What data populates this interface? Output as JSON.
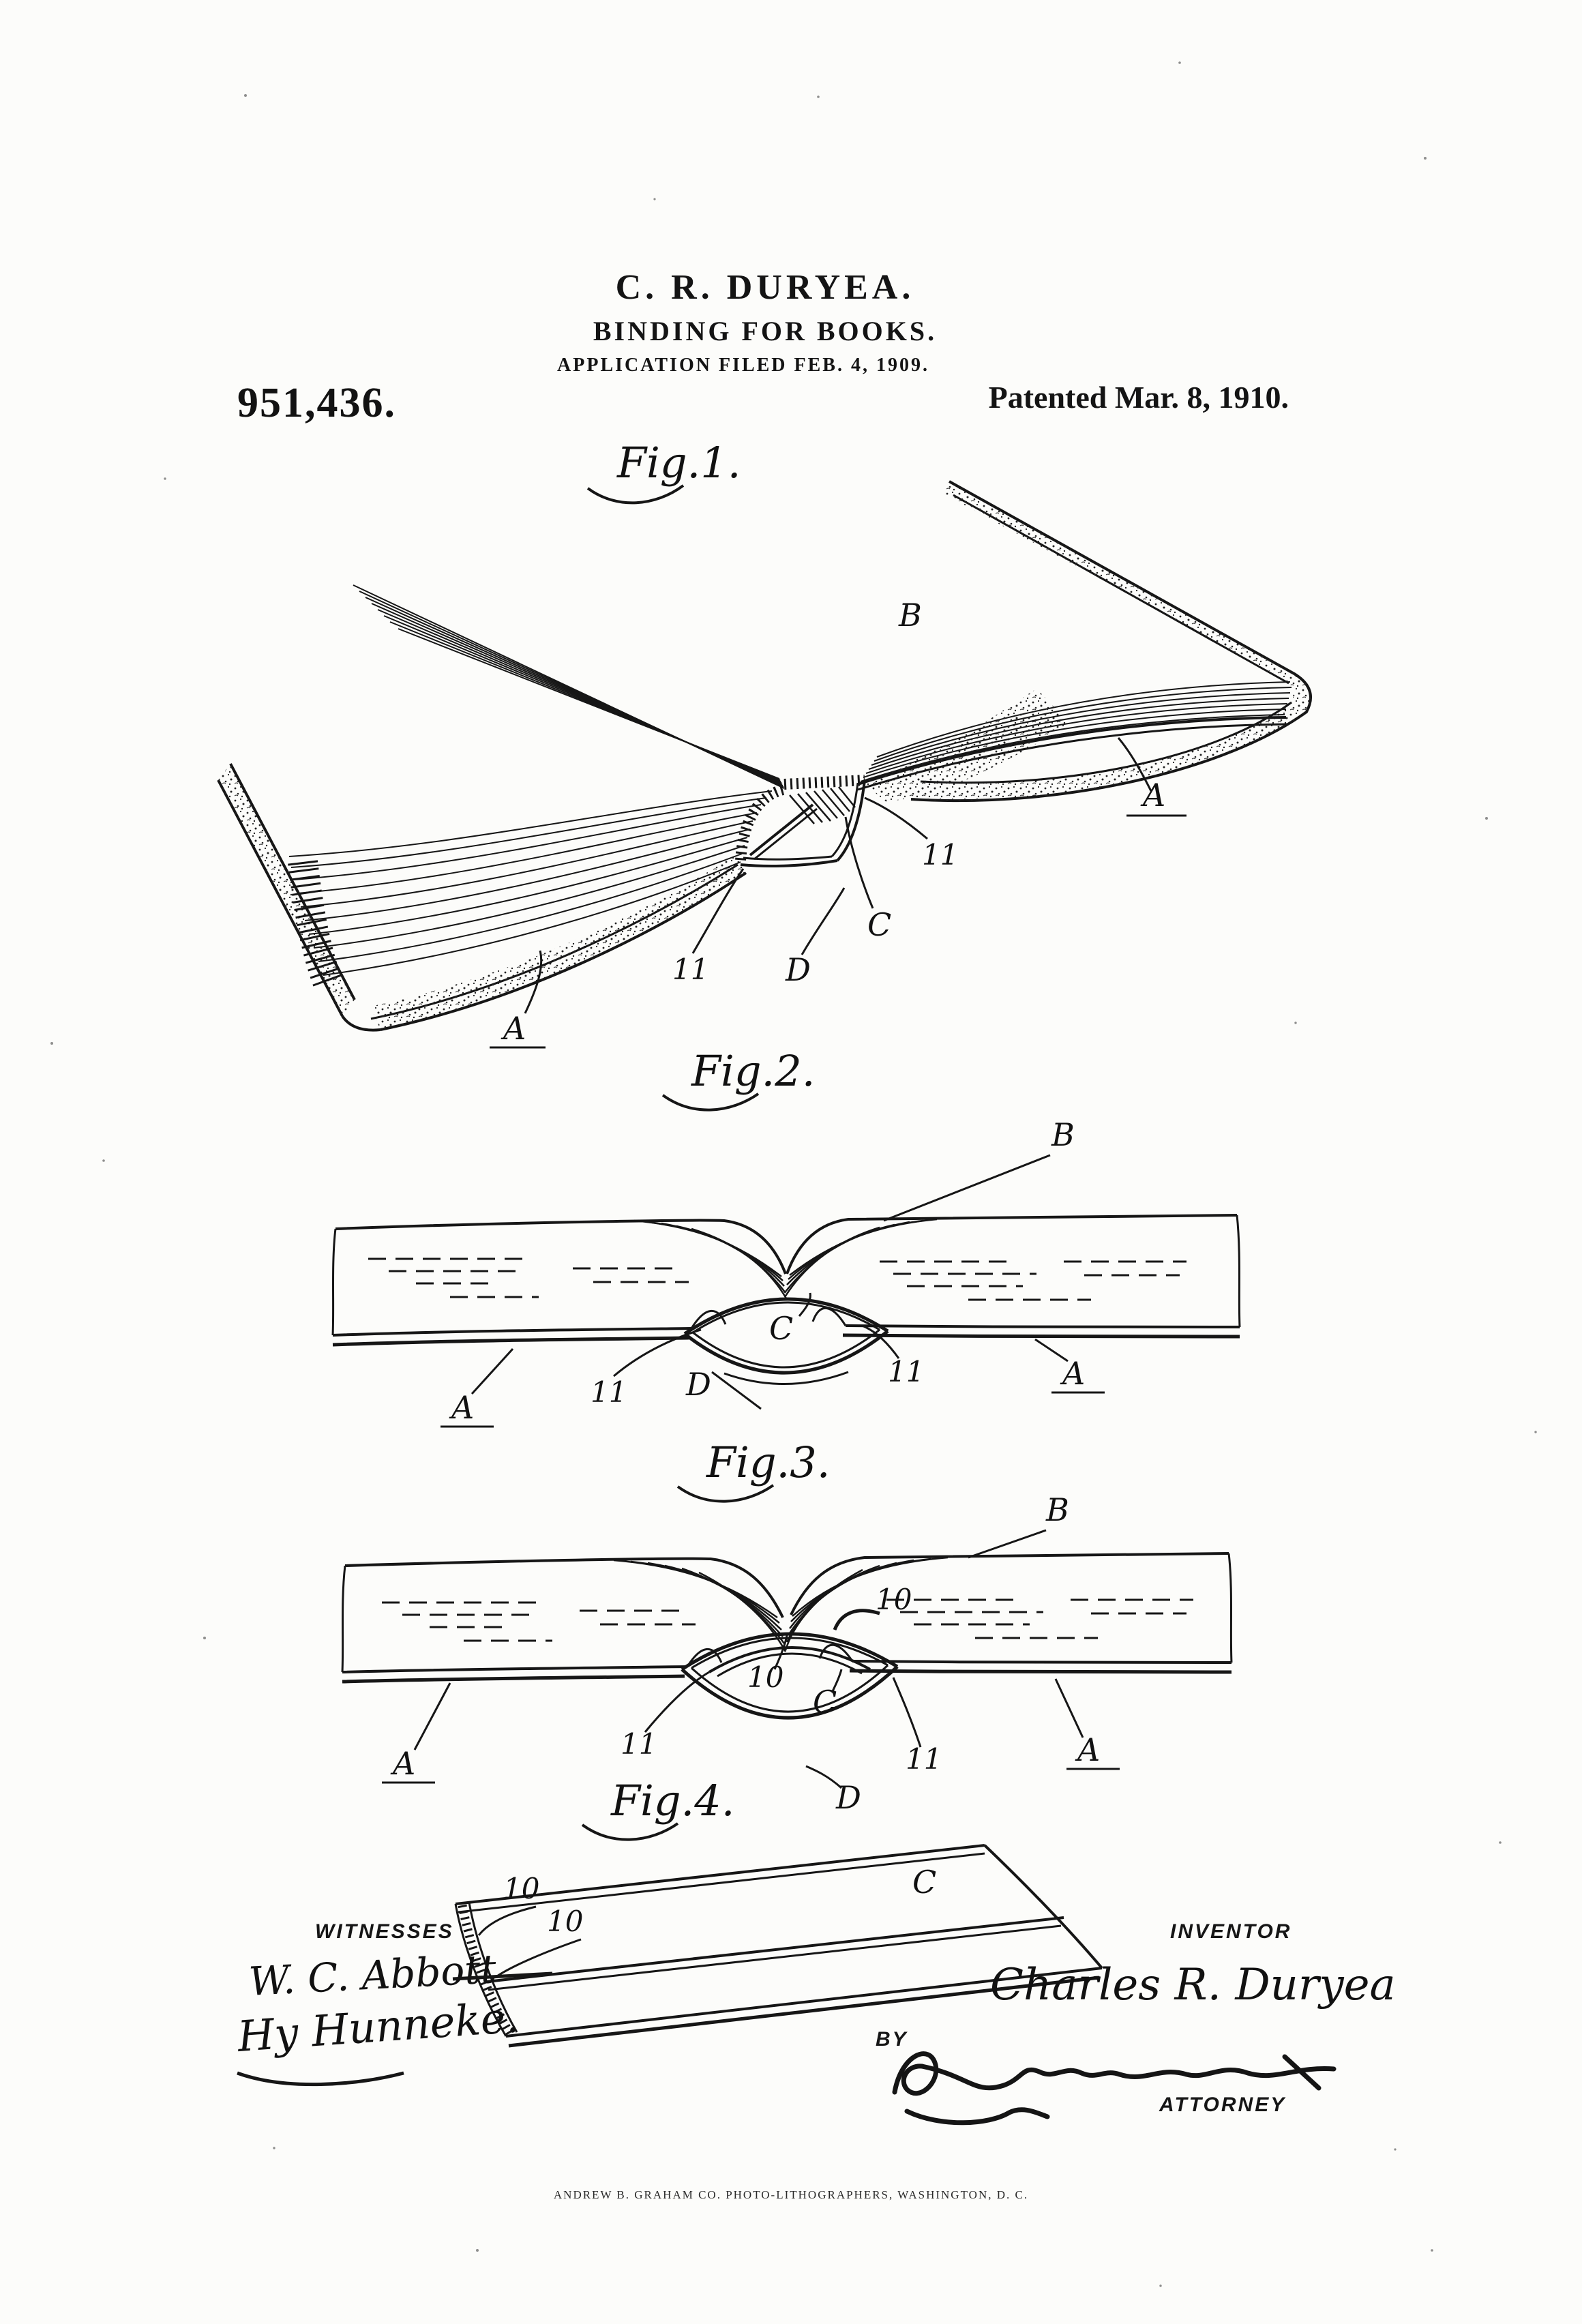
{
  "header": {
    "inventor_line": "C. R. DURYEA.",
    "title_line": "BINDING FOR BOOKS.",
    "application_line": "APPLICATION FILED FEB. 4, 1909.",
    "patent_number": "951,436.",
    "patented_line": "Patented Mar. 8, 1910."
  },
  "figures": {
    "fig1_label": "Fig.1.",
    "fig2_label": "Fig.2.",
    "fig3_label": "Fig.3.",
    "fig4_label": "Fig.4.",
    "refs": {
      "a": "A",
      "b": "B",
      "c": "C",
      "d": "D",
      "ten": "10",
      "eleven": "11"
    }
  },
  "signatures": {
    "witnesses_label": "WITNESSES",
    "witness_1": "W. C. Abbott",
    "witness_2": "Hy Hunneke.",
    "inventor_label": "INVENTOR",
    "inventor_signature": "Charles R. Duryea",
    "by_label": "BY",
    "attorney_label": "ATTORNEY"
  },
  "footer": {
    "lithographer_line": "ANDREW B. GRAHAM CO. PHOTO-LITHOGRAPHERS, WASHINGTON, D. C."
  },
  "colors": {
    "ink": "#161616",
    "paper": "#fcfcfa"
  }
}
